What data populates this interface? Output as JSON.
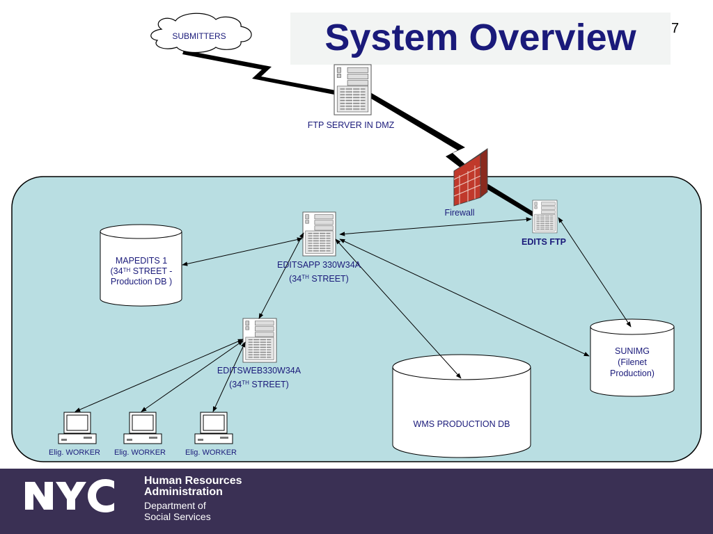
{
  "title": "System Overview",
  "page_number": "7",
  "colors": {
    "title": "#1a1a7a",
    "network_zone": "#b9dee2",
    "footer": "#3a3054",
    "firewall": "#c0392b"
  },
  "nodes": {
    "submitters": "SUBMITTERS",
    "ftp_server": "FTP SERVER IN DMZ",
    "firewall": "Firewall",
    "edits_ftp": "EDITS FTP",
    "mapedits": {
      "line1": "MAPEDITS 1",
      "line2a": "(34",
      "line2sup": "TH",
      "line2b": " STREET -",
      "line3": "Production DB )"
    },
    "editsapp": {
      "line1": "EDITSAPP 330W34A",
      "line2a": "(34",
      "line2sup": "TH",
      "line2b": " STREET)"
    },
    "editsweb": {
      "line1": "EDITSWEB330W34A",
      "line2a": "(34",
      "line2sup": "TH",
      "line2b": " STREET)"
    },
    "sunimg": {
      "line1": "SUNIMG",
      "line2": "(Filenet",
      "line3": "Production)"
    },
    "wms": "WMS PRODUCTION DB",
    "workers": [
      "Elig. WORKER",
      "Elig. WORKER",
      "Elig. WORKER"
    ]
  },
  "footer": {
    "logo_text": "NYC",
    "org_line1": "Human Resources",
    "org_line2": "Administration",
    "dept_line1": "Department of",
    "dept_line2": "Social Services"
  }
}
